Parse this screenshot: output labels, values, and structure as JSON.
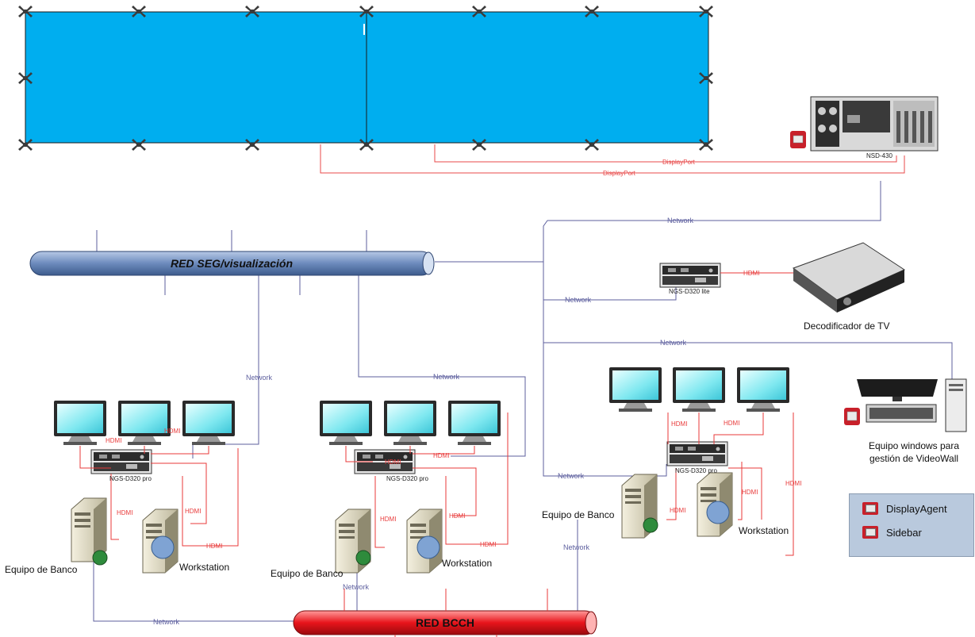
{
  "networks": {
    "seg": "RED SEG/visualización",
    "bcch": "RED BCCH"
  },
  "connection_labels": {
    "network": "Network",
    "hdmi": "HDMI",
    "displayport": "DisplayPort"
  },
  "devices": {
    "server": "NSD-430",
    "decoder_lite": "NGS-D320 lite",
    "decoder_pro": "NGS-D320 pro",
    "tv_decoder": "Decodificador de TV",
    "windows_pc_line1": "Equipo windows para",
    "windows_pc_line2": "gestión de VideoWall",
    "bank_pc": "Equipo de Banco",
    "bank_pc_clipped": "Equipo de Banco",
    "workstation": "Workstation"
  },
  "legend": {
    "items": [
      {
        "label": "DisplayAgent",
        "icon": "display-agent-icon"
      },
      {
        "label": "Sidebar",
        "icon": "sidebar-icon"
      }
    ]
  },
  "colors": {
    "videowall": "#00aeef",
    "seg_pipe": "#6a88b8",
    "bcch_pipe": "#e8141b",
    "network_line": "#5d5f9e",
    "hdmi_line": "#e83a3a"
  }
}
